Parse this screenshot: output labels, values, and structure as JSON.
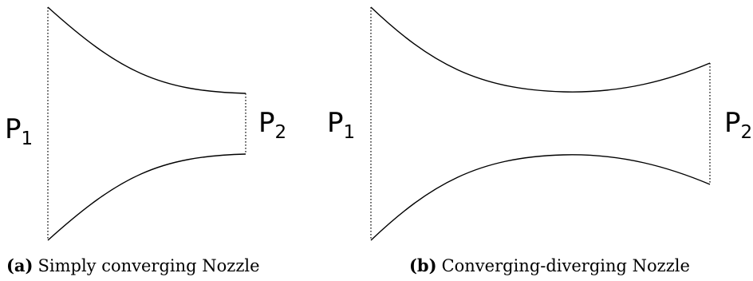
{
  "panel_a": {
    "inlet_label": "P",
    "inlet_subscript": "1",
    "outlet_label": "P",
    "outlet_subscript": "2",
    "caption_tag": "(a)",
    "caption_text": "Simply converging Nozzle"
  },
  "panel_b": {
    "inlet_label": "P",
    "inlet_subscript": "1",
    "outlet_label": "P",
    "outlet_subscript": "2",
    "caption_tag": "(b)",
    "caption_text": "Converging-diverging Nozzle"
  },
  "colors": {
    "line": "#000000",
    "background": "#ffffff"
  }
}
